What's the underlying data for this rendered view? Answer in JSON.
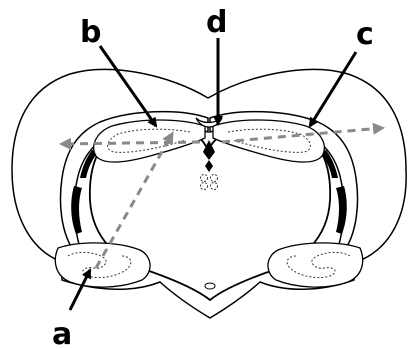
{
  "labels": {
    "a": "a",
    "b": "b",
    "c": "c",
    "d": "d"
  },
  "colors": {
    "outline": "#000000",
    "arrow": "#000000",
    "dashed_arrow": "#8a8a8a",
    "background": "#ffffff"
  }
}
